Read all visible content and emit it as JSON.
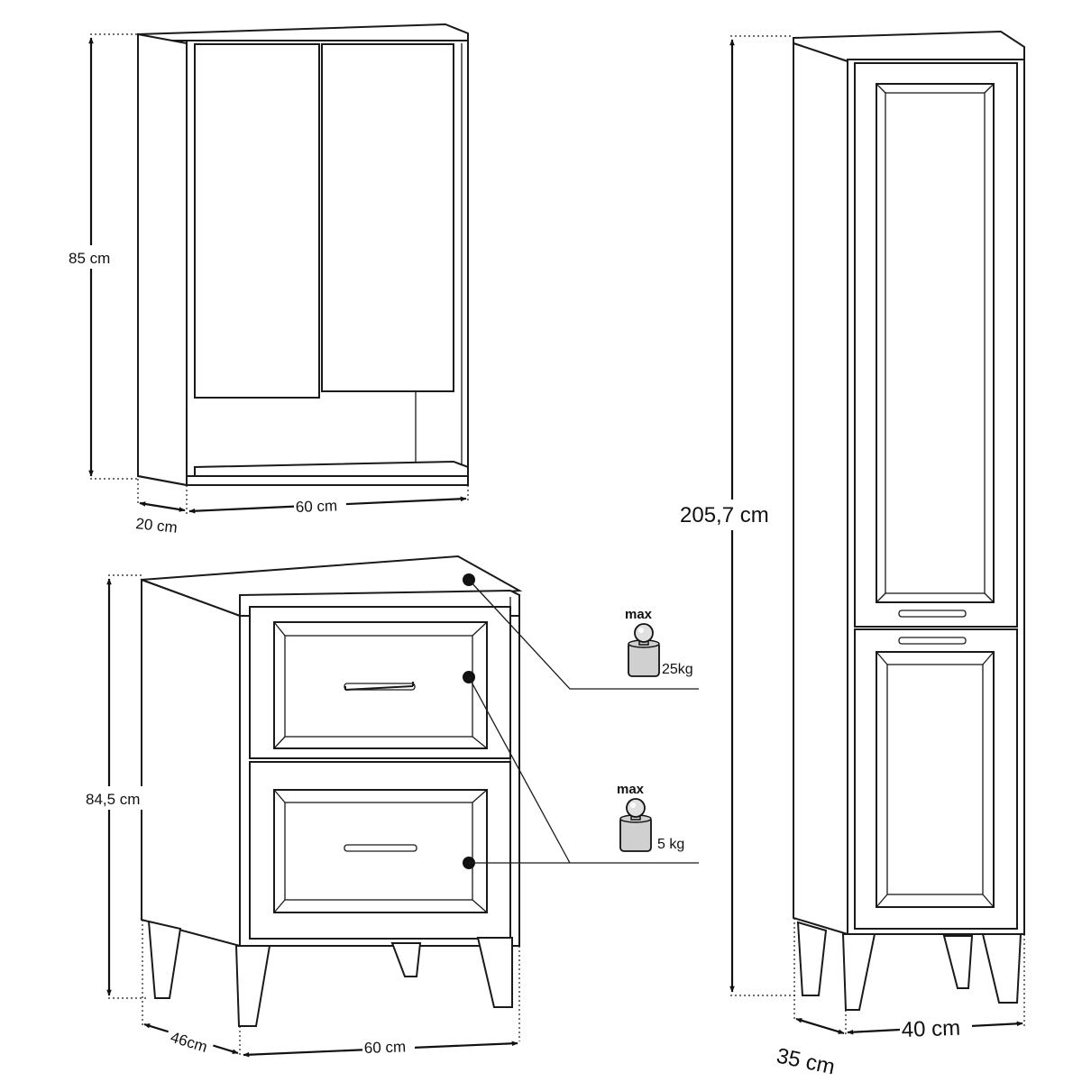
{
  "wall_cabinet": {
    "height_label": "85 cm",
    "depth_label": "20 cm",
    "width_label": "60 cm"
  },
  "drawer_cabinet": {
    "height_label": "84,5 cm",
    "depth_label": "46cm",
    "width_label": "60 cm"
  },
  "tall_cabinet": {
    "height_label": "205,7 cm",
    "depth_label": "35 cm",
    "width_label": "40 cm"
  },
  "load_limits": {
    "top": {
      "max_label": "max",
      "weight_label": "25kg"
    },
    "drawers": {
      "max_label": "max",
      "weight_label": "5 kg"
    }
  }
}
